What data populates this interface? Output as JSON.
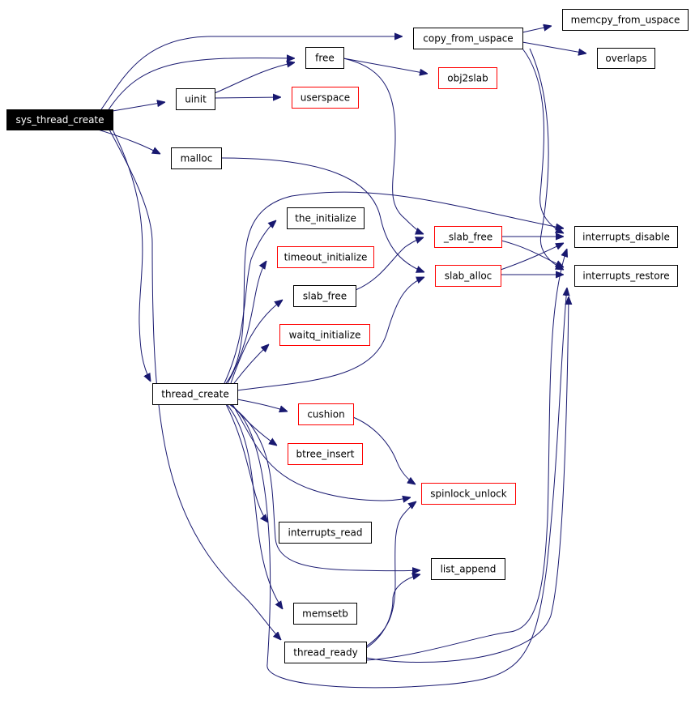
{
  "graph": {
    "colors": {
      "edge": "#191970",
      "root_fill": "#000000",
      "root_text": "#ffffff",
      "node_border": "#000000",
      "external_border": "#ff0000",
      "node_fill": "#ffffff",
      "node_text": "#000000"
    },
    "nodes": [
      {
        "id": "sys_thread_create",
        "label": "sys_thread_create",
        "style": "root"
      },
      {
        "id": "copy_from_uspace",
        "label": "copy_from_uspace",
        "style": "normal"
      },
      {
        "id": "memcpy_from_uspace",
        "label": "memcpy_from_uspace",
        "style": "normal"
      },
      {
        "id": "overlaps",
        "label": "overlaps",
        "style": "normal"
      },
      {
        "id": "free",
        "label": "free",
        "style": "normal"
      },
      {
        "id": "obj2slab",
        "label": "obj2slab",
        "style": "external"
      },
      {
        "id": "uinit",
        "label": "uinit",
        "style": "normal"
      },
      {
        "id": "userspace",
        "label": "userspace",
        "style": "external"
      },
      {
        "id": "malloc",
        "label": "malloc",
        "style": "normal"
      },
      {
        "id": "the_initialize",
        "label": "the_initialize",
        "style": "normal"
      },
      {
        "id": "timeout_initialize",
        "label": "timeout_initialize",
        "style": "external"
      },
      {
        "id": "_slab_free",
        "label": "_slab_free",
        "style": "external"
      },
      {
        "id": "interrupts_disable",
        "label": "interrupts_disable",
        "style": "normal"
      },
      {
        "id": "slab_free",
        "label": "slab_free",
        "style": "normal"
      },
      {
        "id": "slab_alloc",
        "label": "slab_alloc",
        "style": "external"
      },
      {
        "id": "interrupts_restore",
        "label": "interrupts_restore",
        "style": "normal"
      },
      {
        "id": "waitq_initialize",
        "label": "waitq_initialize",
        "style": "external"
      },
      {
        "id": "thread_create",
        "label": "thread_create",
        "style": "normal"
      },
      {
        "id": "cushion",
        "label": "cushion",
        "style": "external"
      },
      {
        "id": "btree_insert",
        "label": "btree_insert",
        "style": "external"
      },
      {
        "id": "spinlock_unlock",
        "label": "spinlock_unlock",
        "style": "external"
      },
      {
        "id": "interrupts_read",
        "label": "interrupts_read",
        "style": "normal"
      },
      {
        "id": "list_append",
        "label": "list_append",
        "style": "normal"
      },
      {
        "id": "memsetb",
        "label": "memsetb",
        "style": "normal"
      },
      {
        "id": "thread_ready",
        "label": "thread_ready",
        "style": "normal"
      }
    ],
    "edges": [
      {
        "from": "sys_thread_create",
        "to": "copy_from_uspace"
      },
      {
        "from": "sys_thread_create",
        "to": "free"
      },
      {
        "from": "sys_thread_create",
        "to": "uinit"
      },
      {
        "from": "sys_thread_create",
        "to": "malloc"
      },
      {
        "from": "sys_thread_create",
        "to": "thread_create"
      },
      {
        "from": "sys_thread_create",
        "to": "thread_ready"
      },
      {
        "from": "copy_from_uspace",
        "to": "memcpy_from_uspace"
      },
      {
        "from": "copy_from_uspace",
        "to": "overlaps"
      },
      {
        "from": "copy_from_uspace",
        "to": "interrupts_disable"
      },
      {
        "from": "copy_from_uspace",
        "to": "interrupts_restore"
      },
      {
        "from": "free",
        "to": "obj2slab"
      },
      {
        "from": "free",
        "to": "_slab_free"
      },
      {
        "from": "uinit",
        "to": "free"
      },
      {
        "from": "uinit",
        "to": "userspace"
      },
      {
        "from": "malloc",
        "to": "slab_alloc"
      },
      {
        "from": "_slab_free",
        "to": "interrupts_disable"
      },
      {
        "from": "_slab_free",
        "to": "interrupts_restore"
      },
      {
        "from": "slab_free",
        "to": "_slab_free"
      },
      {
        "from": "slab_alloc",
        "to": "interrupts_disable"
      },
      {
        "from": "slab_alloc",
        "to": "interrupts_restore"
      },
      {
        "from": "thread_create",
        "to": "the_initialize"
      },
      {
        "from": "thread_create",
        "to": "timeout_initialize"
      },
      {
        "from": "thread_create",
        "to": "slab_free"
      },
      {
        "from": "thread_create",
        "to": "waitq_initialize"
      },
      {
        "from": "thread_create",
        "to": "interrupts_disable"
      },
      {
        "from": "thread_create",
        "to": "slab_alloc"
      },
      {
        "from": "thread_create",
        "to": "cushion"
      },
      {
        "from": "thread_create",
        "to": "btree_insert"
      },
      {
        "from": "thread_create",
        "to": "spinlock_unlock"
      },
      {
        "from": "thread_create",
        "to": "interrupts_read"
      },
      {
        "from": "thread_create",
        "to": "list_append"
      },
      {
        "from": "thread_create",
        "to": "memsetb"
      },
      {
        "from": "thread_create",
        "to": "interrupts_restore"
      },
      {
        "from": "cushion",
        "to": "spinlock_unlock"
      },
      {
        "from": "thread_ready",
        "to": "spinlock_unlock"
      },
      {
        "from": "thread_ready",
        "to": "list_append"
      },
      {
        "from": "thread_ready",
        "to": "interrupts_disable"
      },
      {
        "from": "thread_ready",
        "to": "interrupts_restore"
      }
    ]
  }
}
